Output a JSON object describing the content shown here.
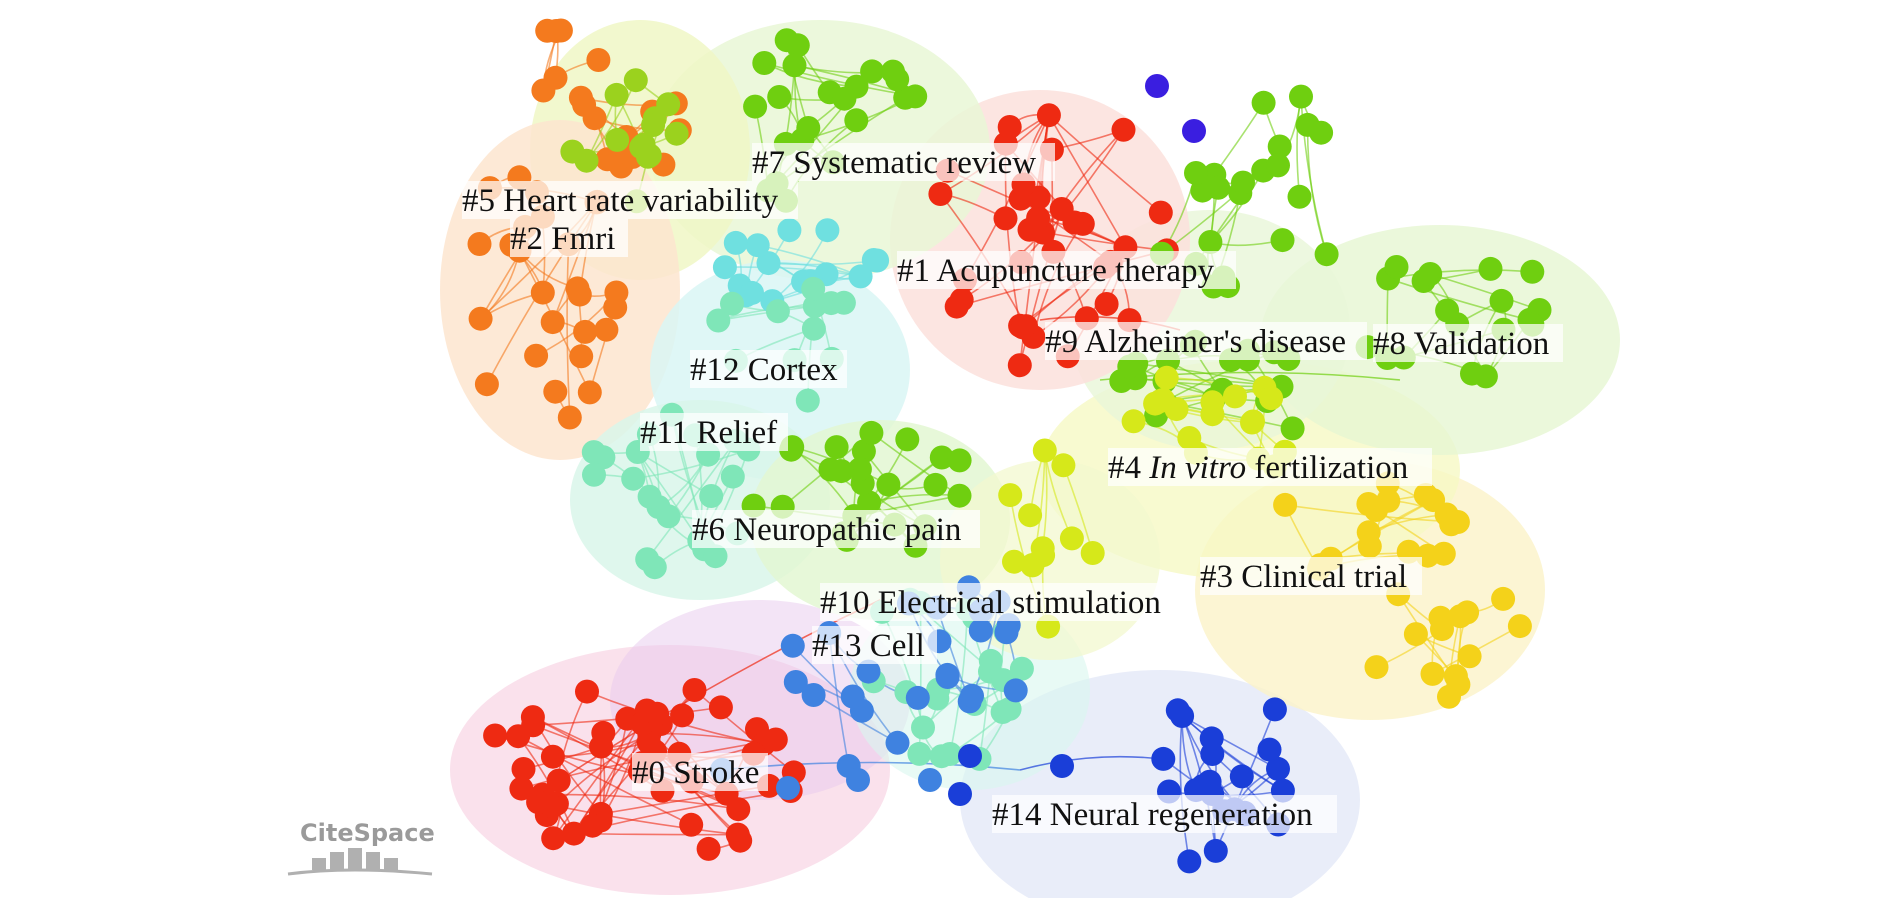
{
  "colors": {
    "orange": "#f47a1e",
    "lime": "#9bd21e",
    "green": "#6fcf10",
    "red": "#ee2a12",
    "cyan": "#6fe0e0",
    "teal": "#7fe6b8",
    "yellowgreen": "#d6e81a",
    "yellow": "#f4d21a",
    "blue": "#3f82e0",
    "navy": "#1a3ed8",
    "purple": "#3a1ee0"
  },
  "clusters": [
    {
      "id": "c0",
      "label": "#0 Stroke"
    },
    {
      "id": "c1",
      "label": "#1 Acupuncture therapy"
    },
    {
      "id": "c2",
      "label": "#2 Fmri"
    },
    {
      "id": "c3",
      "label": "#3 Clinical trial"
    },
    {
      "id": "c4",
      "label_prefix": "#4",
      "label_italic": "In vitro",
      "label_suffix": "fertilization"
    },
    {
      "id": "c5",
      "label": "#5 Heart rate variability"
    },
    {
      "id": "c6",
      "label": "#6 Neuropathic pain"
    },
    {
      "id": "c7",
      "label": "#7 Systematic review"
    },
    {
      "id": "c8",
      "label": "#8 Validation"
    },
    {
      "id": "c9",
      "label": "#9 Alzheimer's disease"
    },
    {
      "id": "c10",
      "label": "#10 Electrical stimulation"
    },
    {
      "id": "c11",
      "label": "#11 Relief"
    },
    {
      "id": "c12",
      "label": "#12 Cortex"
    },
    {
      "id": "c13",
      "label": "#13 Cell"
    },
    {
      "id": "c14",
      "label": "#14 Neural regeneration"
    }
  ],
  "logo": {
    "text": "CiteSpace"
  }
}
